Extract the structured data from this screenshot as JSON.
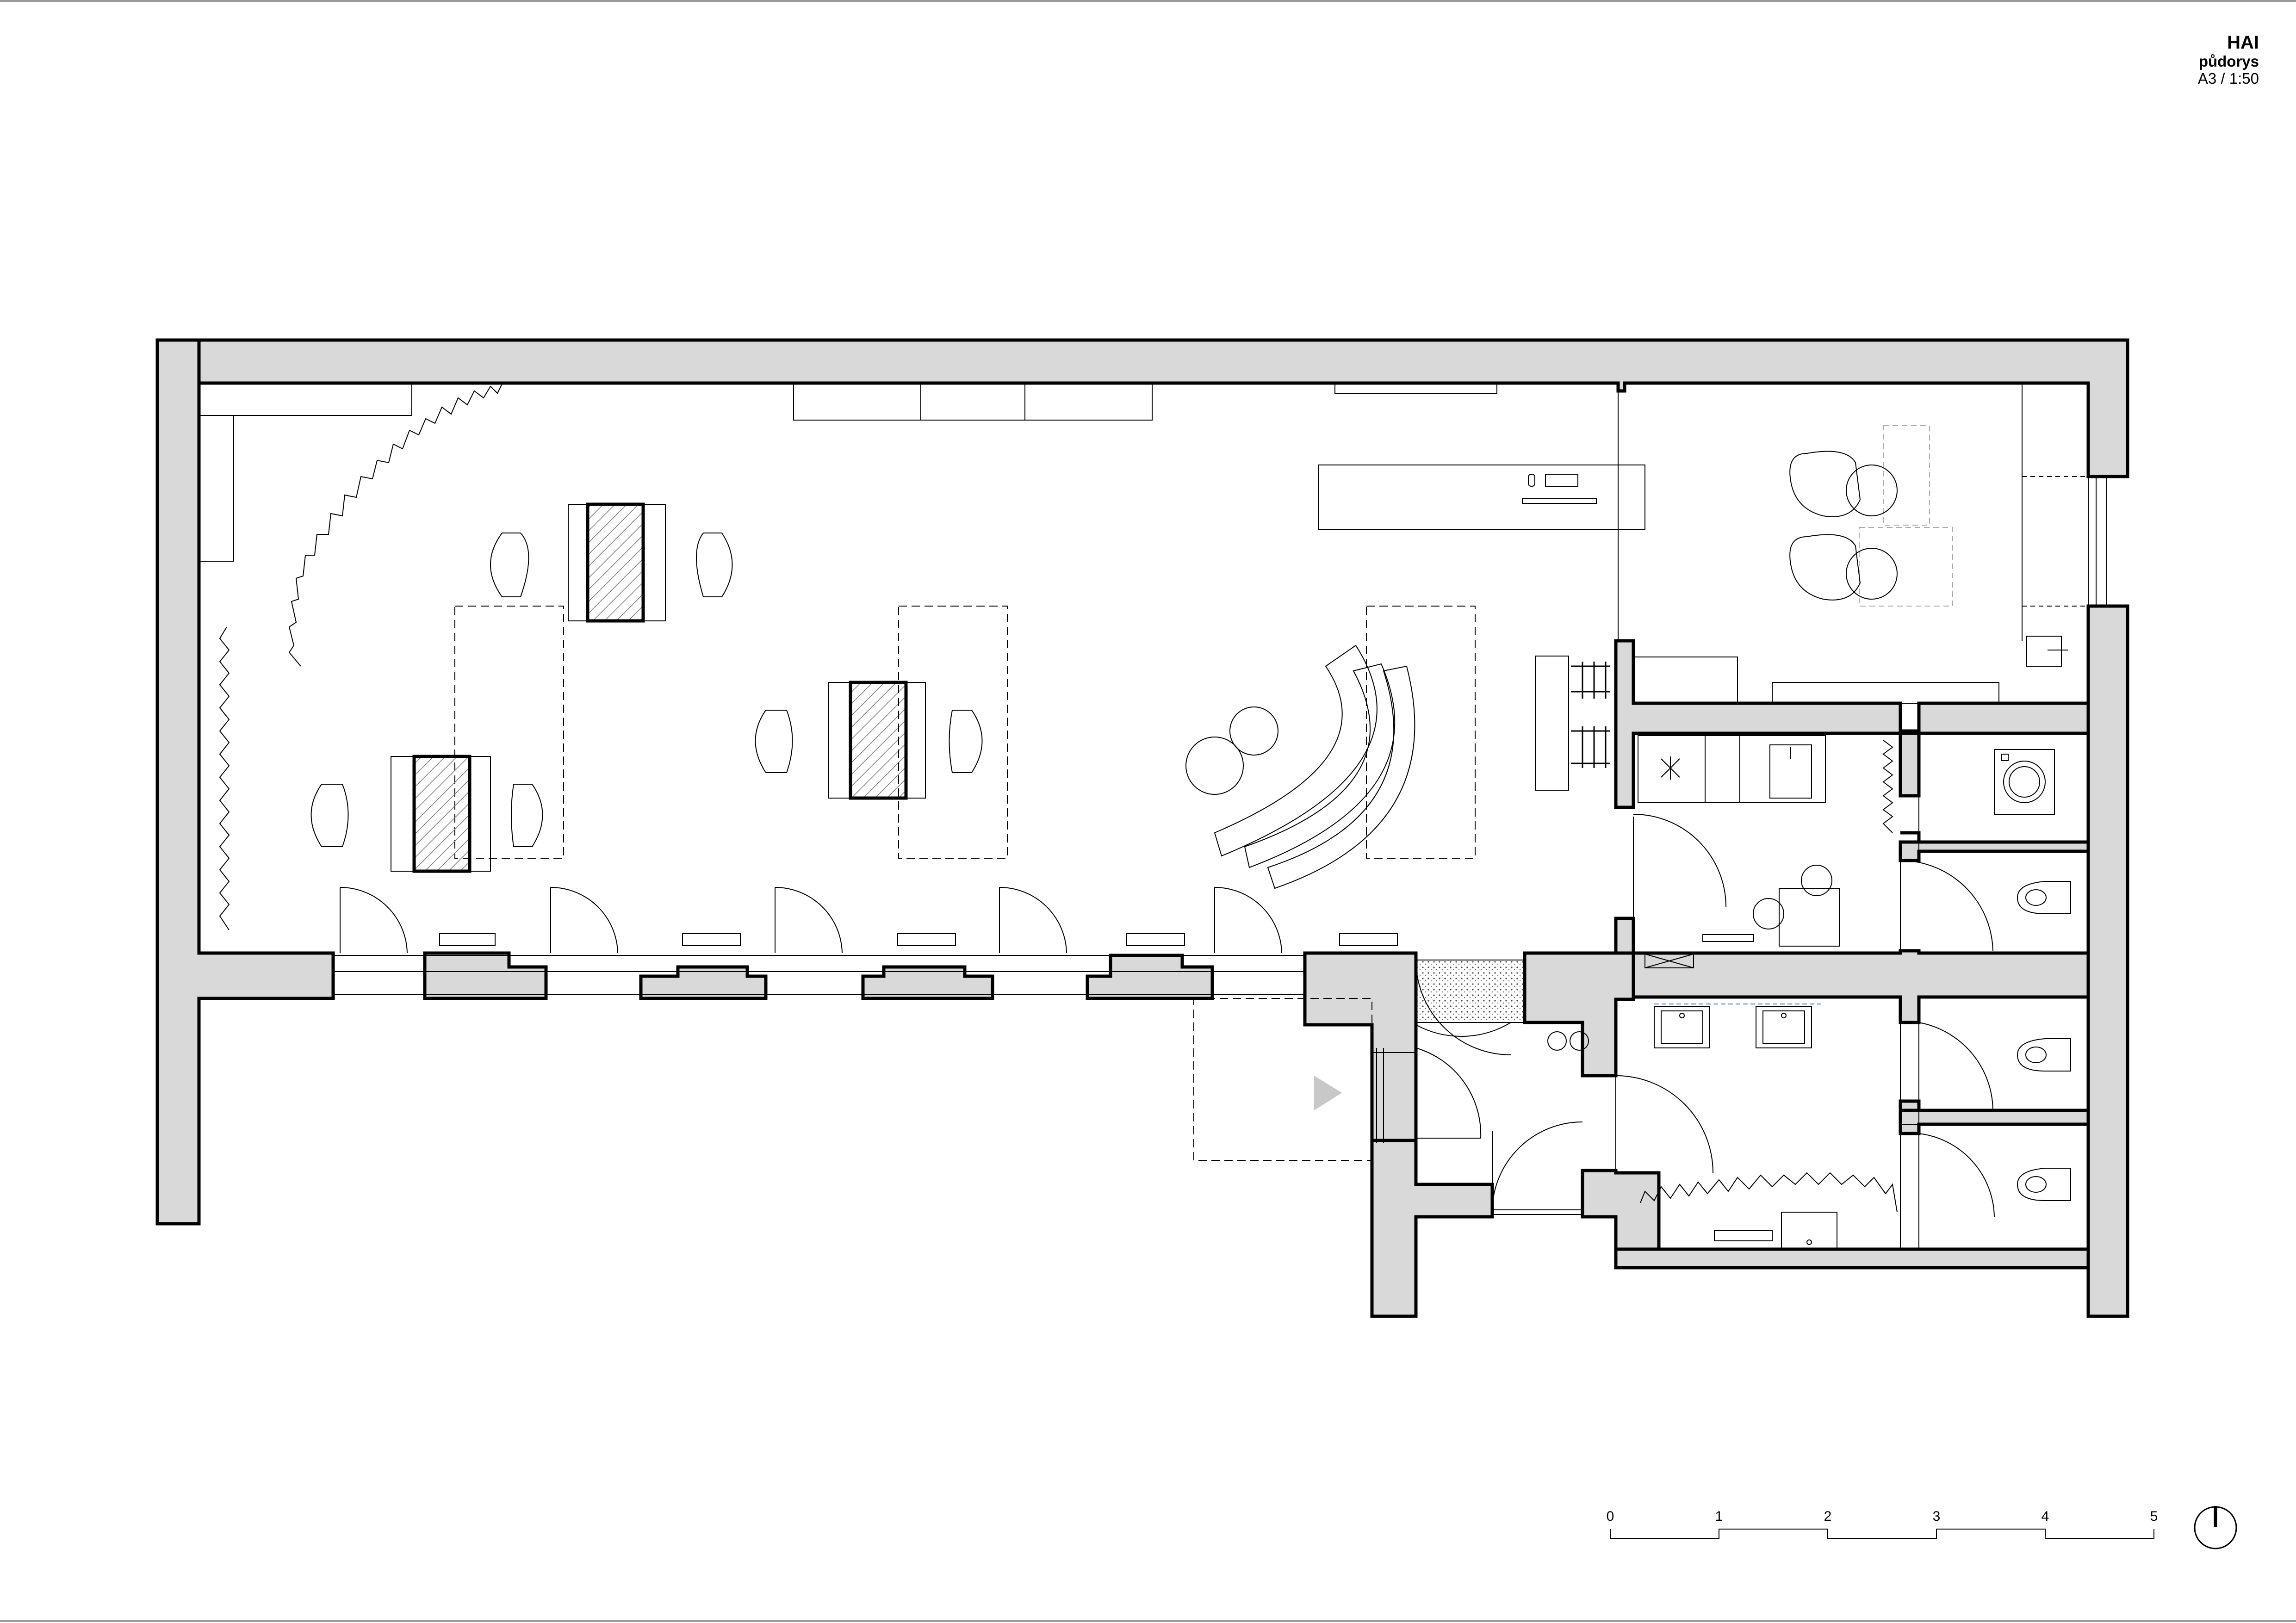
{
  "title_block": {
    "project": "HAI",
    "drawing": "půdorys",
    "format_scale": "A3 / 1:50"
  },
  "scale_bar": {
    "ticks": [
      "0",
      "1",
      "2",
      "3",
      "4",
      "5"
    ]
  },
  "colors": {
    "wall_fill": "#d9d9d9",
    "line": "#000000",
    "hatch": "#7a7a7a",
    "entrance_arrow": "#c8c8c8",
    "sink_edge": "#8ab4e0"
  },
  "icons": {
    "north_arrow": "north-arrow-icon",
    "entrance": "entrance-arrow-icon"
  }
}
